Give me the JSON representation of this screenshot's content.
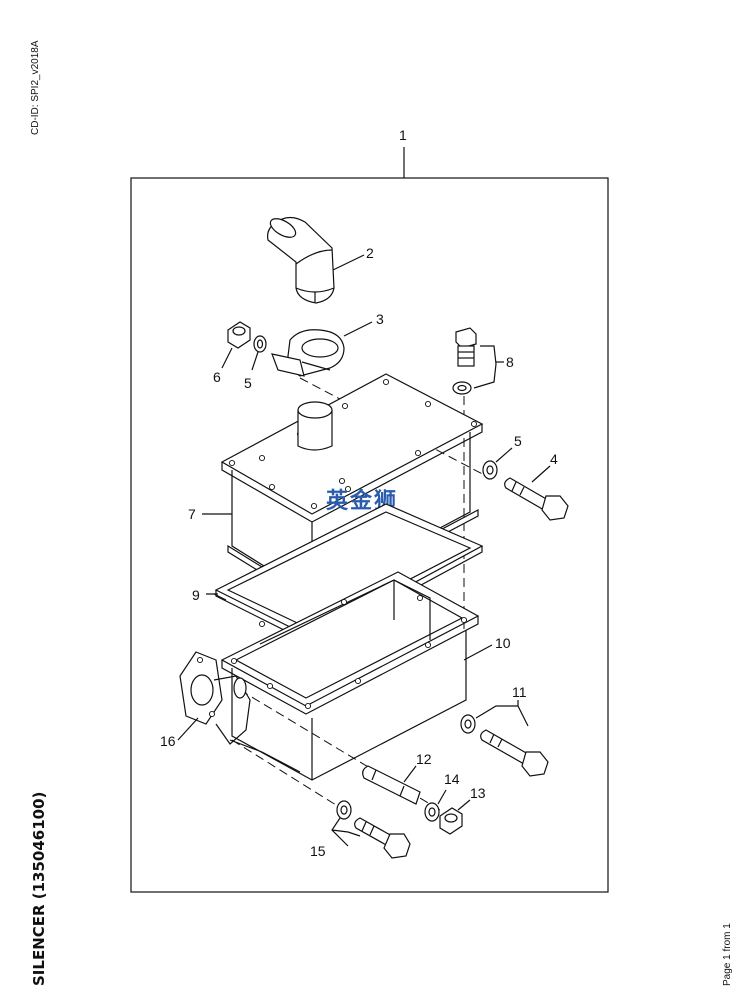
{
  "cd_id": "CD-ID: SPI2_v2018A",
  "document_title": "SILENCER (135046100)",
  "page_label": "Page 1 from 1",
  "watermark": "英金狮",
  "callouts": {
    "c1": "1",
    "c2": "2",
    "c3": "3",
    "c4": "4",
    "c5a": "5",
    "c5b": "5",
    "c6": "6",
    "c7": "7",
    "c8": "8",
    "c9": "9",
    "c10": "10",
    "c11": "11",
    "c12": "12",
    "c13": "13",
    "c14": "14",
    "c15": "15",
    "c16": "16"
  },
  "colors": {
    "line": "#111111",
    "watermark": "#2a5cad",
    "background": "#ffffff"
  }
}
